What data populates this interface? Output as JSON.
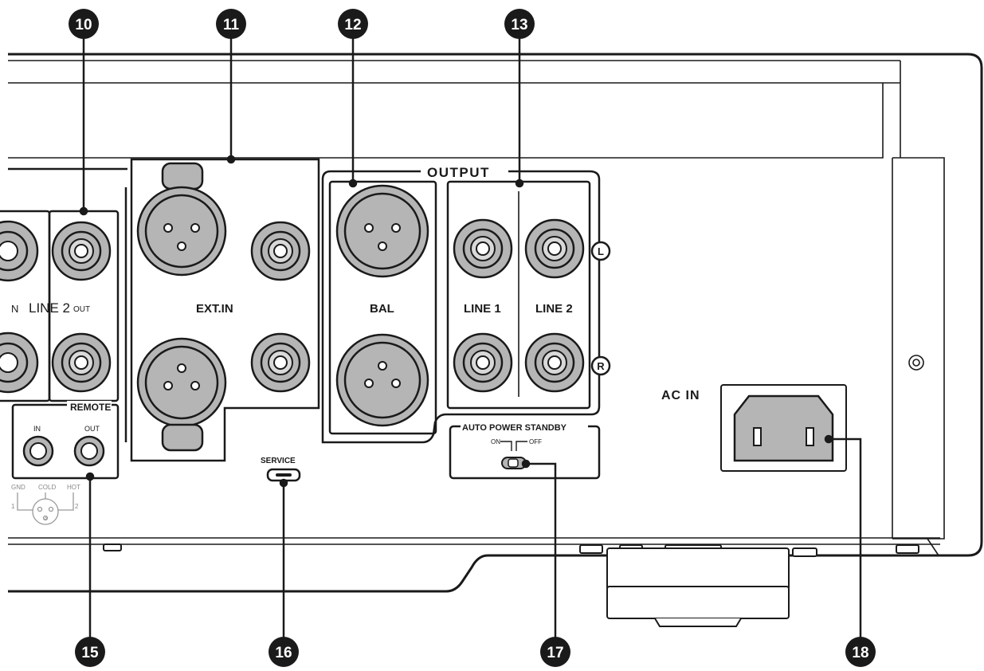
{
  "callouts": {
    "c10": "10",
    "c11": "11",
    "c12": "12",
    "c13": "13",
    "c15": "15",
    "c16": "16",
    "c17": "17",
    "c18": "18"
  },
  "labels": {
    "line2_left": "LINE 2",
    "in_cut": "N",
    "out_small": "OUT",
    "ext_in": "EXT.IN",
    "output": "OUTPUT",
    "bal": "BAL",
    "line1": "LINE 1",
    "line2": "LINE 2",
    "channel_l": "L",
    "channel_r": "R",
    "remote": "REMOTE",
    "remote_in": "IN",
    "remote_out": "OUT",
    "service": "SERVICE",
    "auto_power_standby": "AUTO POWER STANDBY",
    "switch_on": "ON",
    "switch_off": "OFF",
    "ac_in": "AC IN",
    "pin_gnd": "GND",
    "pin_cold": "COLD",
    "pin_hot": "HOT",
    "pin_1": "1",
    "pin_2": "2",
    "pin_3": "3"
  }
}
